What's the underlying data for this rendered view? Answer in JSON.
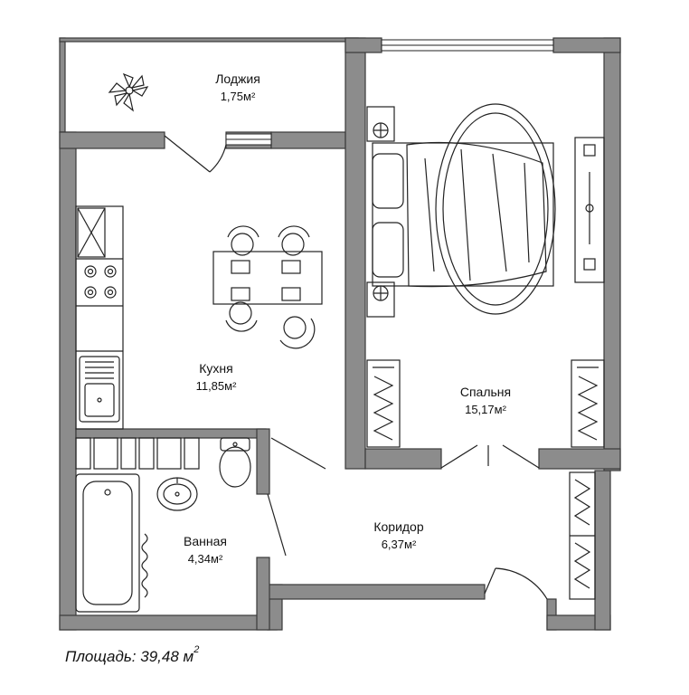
{
  "rooms": {
    "loggia": {
      "name": "Лоджия",
      "area": "1,75м²"
    },
    "kitchen": {
      "name": "Кухня",
      "area": "11,85м²"
    },
    "bedroom": {
      "name": "Спальня",
      "area": "15,17м²"
    },
    "bathroom": {
      "name": "Ванная",
      "area": "4,34м²"
    },
    "corridor": {
      "name": "Коридор",
      "area": "6,37м²"
    }
  },
  "total": {
    "label": "Площадь: 39,48 м",
    "superscript": "2"
  },
  "colors": {
    "wall": "#8c8c8c",
    "wall_outline": "#3a3a3a",
    "line": "#222222"
  }
}
